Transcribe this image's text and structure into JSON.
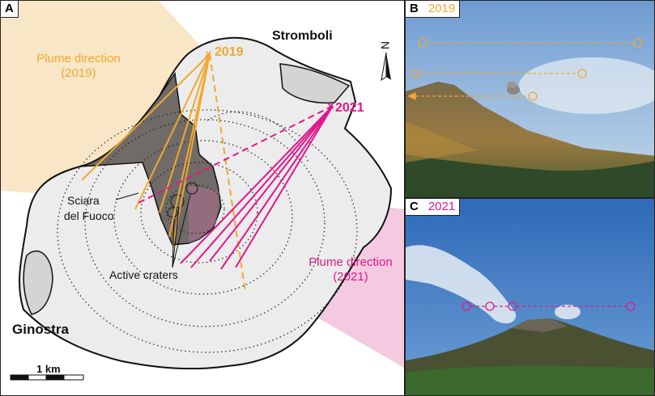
{
  "panel_a": {
    "label": "A",
    "island_name": "Stromboli",
    "village_name": "Ginostra",
    "sciara_line1": "Sciara",
    "sciara_line2": "del Fuoco",
    "craters_label": "Active craters",
    "plume_2019_line1": "Plume direction",
    "plume_2019_line2": "(2019)",
    "plume_2021_line1": "Plume direction",
    "plume_2021_line2": "(2021)",
    "site_2019": "2019",
    "site_2021": "2021",
    "north_label": "N",
    "scale_label": "1 km",
    "colors": {
      "y2019": "#f0a830",
      "y2021": "#e0188a",
      "plume2019_fill": "#f9e6c6",
      "plume2021_fill": "#f3c4dd",
      "island": "#ececec",
      "sciara": "#5a5550"
    }
  },
  "panel_b": {
    "label": "B",
    "year": "2019"
  },
  "panel_c": {
    "label": "C",
    "year": "2021"
  }
}
